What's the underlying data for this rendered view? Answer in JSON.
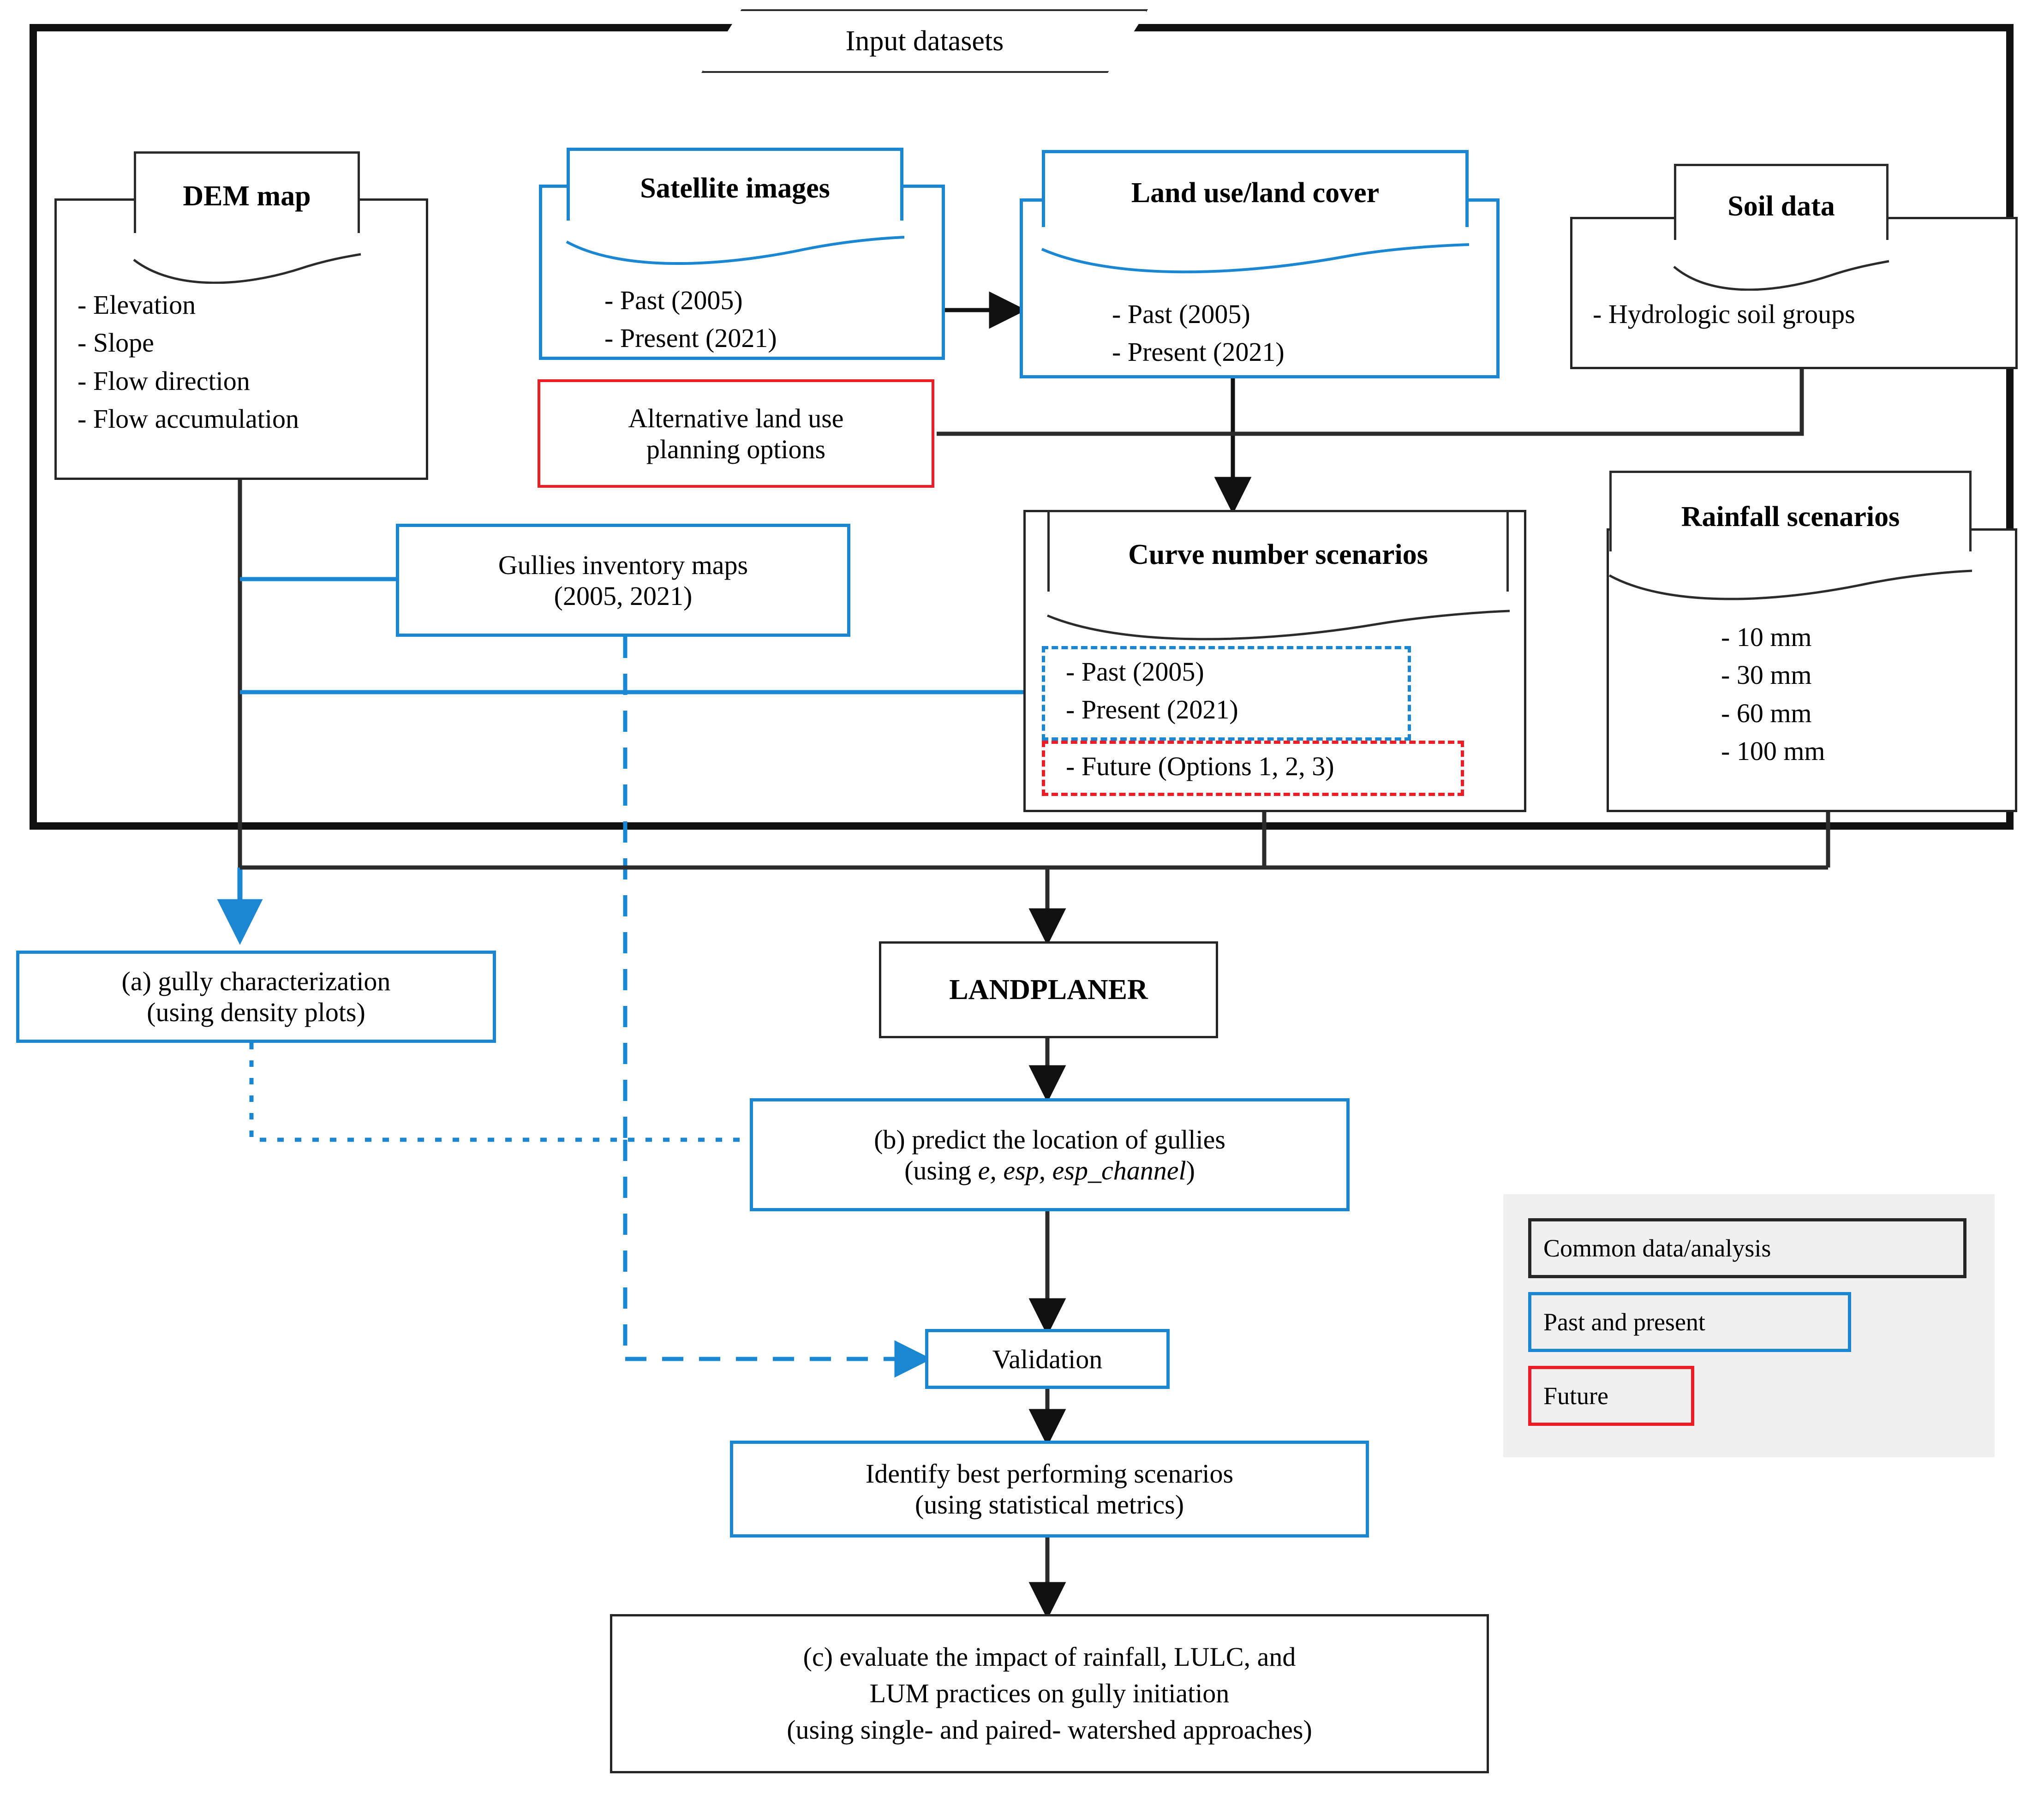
{
  "diagram": {
    "title": "Input datasets",
    "colors": {
      "common": "#262626",
      "past_present": "#1b87d2",
      "future": "#ee1c25",
      "legend_bg": "#f0f0f0"
    }
  },
  "inputs": {
    "dem": {
      "title": "DEM map",
      "items": "- Elevation\n- Slope\n- Flow direction\n- Flow accumulation"
    },
    "satellite": {
      "title": "Satellite images",
      "items": "- Past (2005)\n- Present (2021)"
    },
    "lulc": {
      "title": "Land use/land cover",
      "items": "- Past (2005)\n- Present (2021)"
    },
    "soil": {
      "title": "Soil data",
      "items": "- Hydrologic soil groups"
    },
    "alternative": {
      "label": "Alternative land use\nplanning options"
    },
    "gullies": {
      "label": "Gullies inventory maps\n(2005, 2021)"
    },
    "curve_number": {
      "title": "Curve number scenarios",
      "past_present": "- Past (2005)\n- Present (2021)",
      "future": "- Future (Options 1, 2, 3)"
    },
    "rainfall": {
      "title": "Rainfall scenarios",
      "items": "- 10 mm\n- 30 mm\n- 60 mm\n- 100 mm"
    }
  },
  "workflow": {
    "gully_characterization": {
      "label": "(a) gully characterization\n(using density plots)"
    },
    "landplaner": {
      "label": "LANDPLANER"
    },
    "predict": {
      "line1": "(b) predict the location of gullies",
      "line2_prefix": "(using ",
      "line2_italic": "e, esp, esp_channel",
      "line2_suffix": ")"
    },
    "validation": {
      "label": "Validation"
    },
    "identify": {
      "label": "Identify best performing scenarios\n(using statistical metrics)"
    },
    "evaluate": {
      "label": "(c) evaluate the impact of rainfall, LULC,  and\nLUM  practices on gully initiation\n(using single- and paired- watershed approaches)"
    }
  },
  "legend": {
    "items": [
      {
        "label": "Common data/analysis",
        "color": "#262626"
      },
      {
        "label": "Past and present",
        "color": "#1b87d2"
      },
      {
        "label": "Future",
        "color": "#ee1c25"
      }
    ]
  }
}
